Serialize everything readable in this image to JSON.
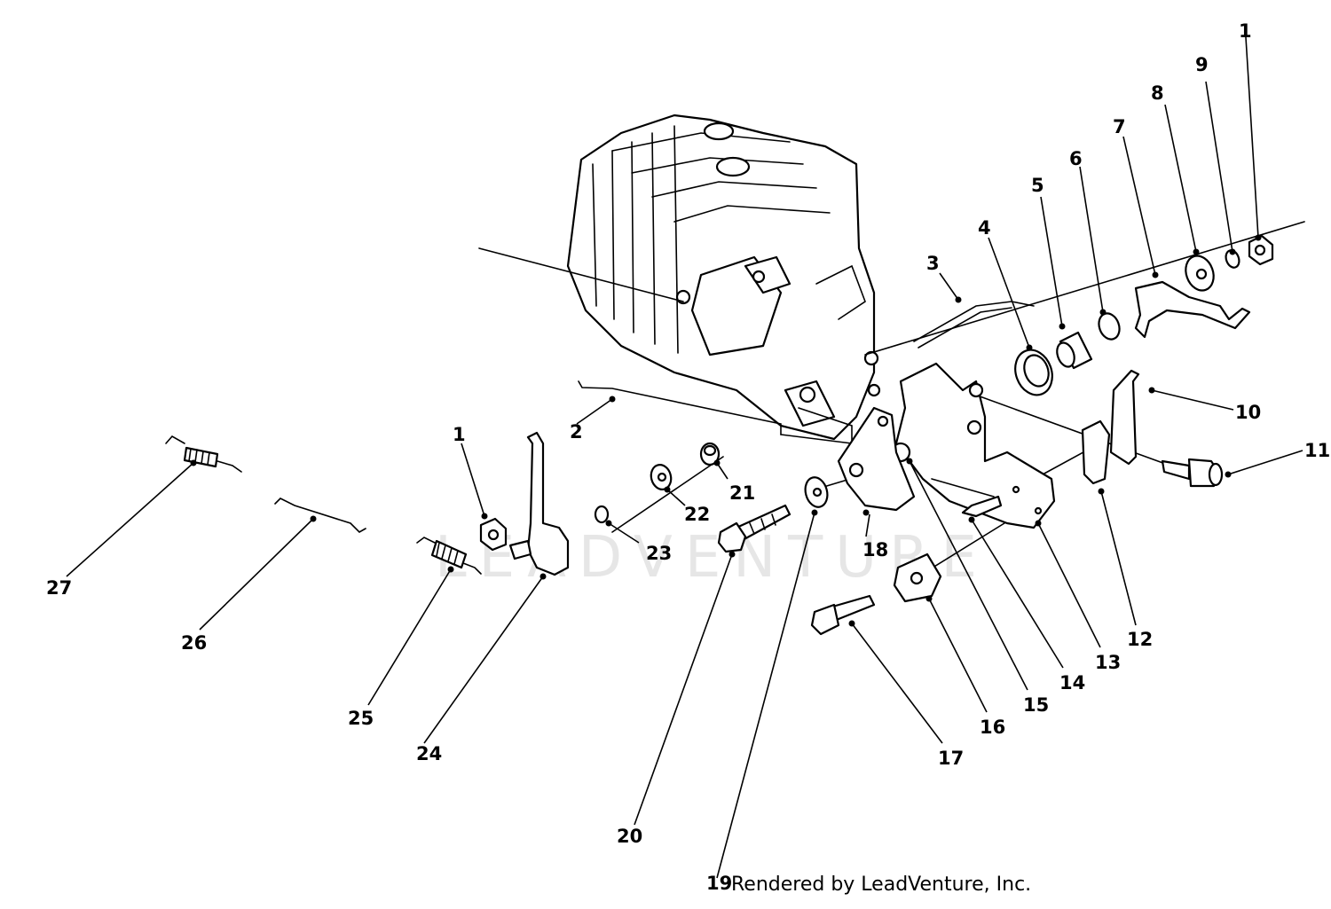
{
  "watermark": "LEADVENTURE",
  "credit": "Rendered by LeadVenture, Inc.",
  "callouts": {
    "c1a": "1",
    "c1b": "1",
    "c2": "2",
    "c3": "3",
    "c4": "4",
    "c5": "5",
    "c6": "6",
    "c7": "7",
    "c8": "8",
    "c9": "9",
    "c10": "10",
    "c11": "11",
    "c12": "12",
    "c13": "13",
    "c14": "14",
    "c15": "15",
    "c16": "16",
    "c17": "17",
    "c18": "18",
    "c19": "19",
    "c20": "20",
    "c21": "21",
    "c22": "22",
    "c23": "23",
    "c24": "24",
    "c25": "25",
    "c26": "26",
    "c27": "27"
  }
}
